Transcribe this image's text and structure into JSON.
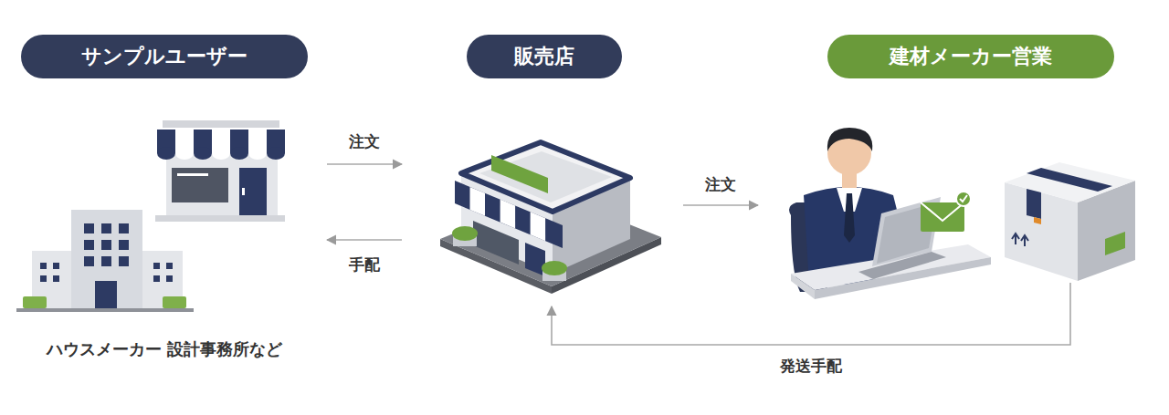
{
  "diagram": {
    "nodes": [
      {
        "text": [
          "サンプルユーザー",
          "ハウスメーカー 設計事務所など"
        ]
      },
      {
        "text": [
          "販売店"
        ]
      },
      {
        "text": [
          "建材メーカー営業"
        ]
      }
    ],
    "edges": [
      {
        "from": 0,
        "to": 1,
        "arrow": "to",
        "label": "注文"
      },
      {
        "from": 1,
        "to": 0,
        "arrow": "to",
        "label": "手配"
      },
      {
        "from": 1,
        "to": 2,
        "arrow": "to",
        "label": "注文"
      },
      {
        "from": 2,
        "to": 1,
        "arrow": "to",
        "label": "発送手配"
      }
    ]
  }
}
